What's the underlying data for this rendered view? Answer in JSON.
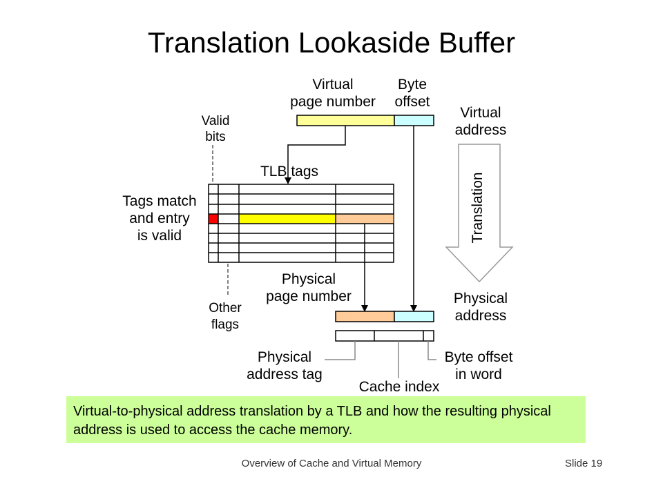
{
  "slide": {
    "title": "Translation Lookaside Buffer",
    "caption": "Virtual-to-physical address translation by a TLB and how the resulting physical address is used to access the cache memory.",
    "footer_center": "Overview of Cache and Virtual Memory",
    "footer_right": "Slide 19"
  },
  "diagram": {
    "virtual_page_number_label": [
      "Virtual",
      "page number"
    ],
    "byte_offset_label": [
      "Byte",
      "offset"
    ],
    "virtual_address_label": [
      "Virtual",
      "address"
    ],
    "valid_bits_label": [
      "Valid",
      "bits"
    ],
    "tlb_tags_label": "TLB tags",
    "tags_match_label": [
      "Tags match",
      "and entry",
      "is valid"
    ],
    "translation_label": "Translation",
    "physical_page_number_label": [
      "Physical",
      "page number"
    ],
    "physical_address_label": [
      "Physical",
      "address"
    ],
    "other_flags_label": [
      "Other",
      "flags"
    ],
    "physical_address_tag_label": [
      "Physical",
      "address tag"
    ],
    "cache_index_label": "Cache index",
    "byte_offset_in_word_label": [
      "Byte offset",
      "in word"
    ]
  },
  "colors": {
    "virtual_page_fill": "#ffff99",
    "byte_offset_fill": "#ccffff",
    "physical_page_fill": "#ffcc99",
    "matched_tag_fill": "#ffff00",
    "valid_bit_fill": "#ff0000",
    "caption_background": "#ccff99"
  }
}
